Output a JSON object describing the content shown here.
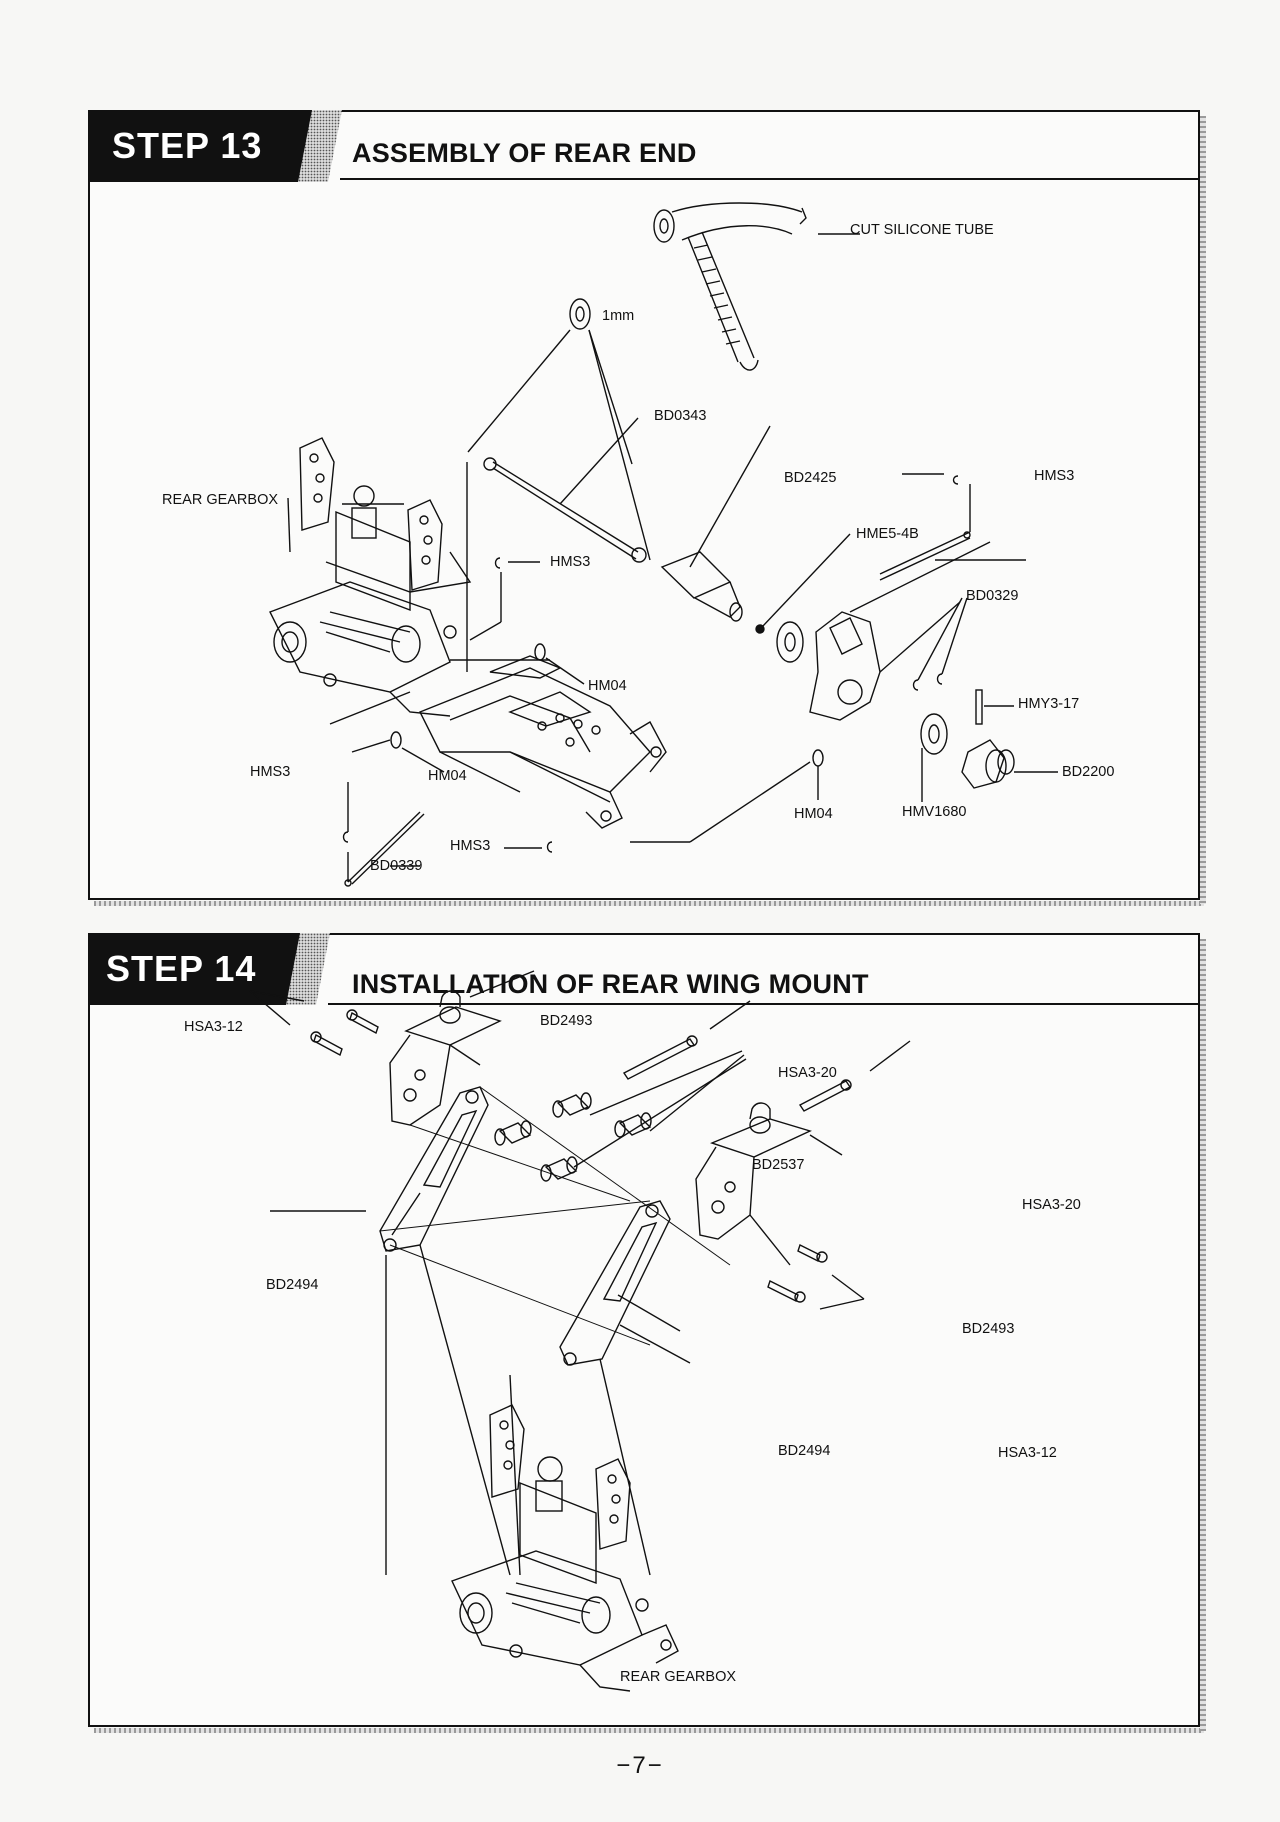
{
  "step13": {
    "tab": "STEP 13",
    "title": "ASSEMBLY OF REAR END",
    "labels": {
      "cut_silicone_tube": "CUT SILICONE TUBE",
      "one_mm": "1mm",
      "bd0343": "BD0343",
      "bd2425": "BD2425",
      "hms3_top": "HMS3",
      "hme5_4b": "HME5-4B",
      "bd0329": "BD0329",
      "rear_gearbox": "REAR GEARBOX",
      "hms3_mid": "HMS3",
      "hm04_upper": "HM04",
      "hmy3_17": "HMY3-17",
      "hms3_left": "HMS3",
      "hm04_lower": "HM04",
      "bd2200": "BD2200",
      "hm04_right": "HM04",
      "hmv1680": "HMV1680",
      "hms3_bottom": "HMS3",
      "bd0339": "BD0339"
    }
  },
  "step14": {
    "tab": "STEP 14",
    "title": "INSTALLATION OF REAR WING MOUNT",
    "labels": {
      "hsa3_12_left": "HSA3-12",
      "bd2493_top": "BD2493",
      "hsa3_20_top": "HSA3-20",
      "bd2537": "BD2537",
      "hsa3_20_right": "HSA3-20",
      "bd2494_left": "BD2494",
      "bd2493_right": "BD2493",
      "bd2494_bottom": "BD2494",
      "hsa3_12_right": "HSA3-12",
      "rear_gearbox": "REAR GEARBOX"
    }
  },
  "page_number": "7"
}
